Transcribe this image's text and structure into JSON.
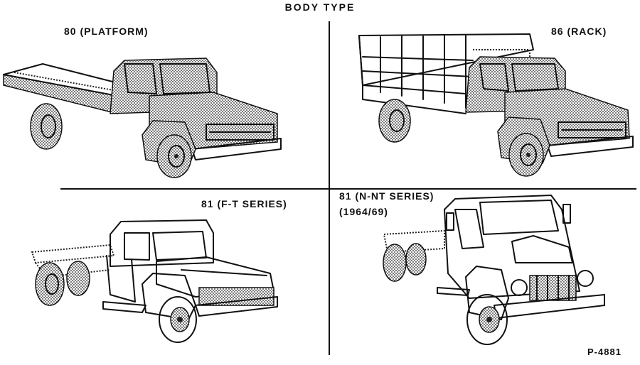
{
  "title": "BODY TYPE",
  "panels": {
    "platform": {
      "label": "80 (PLATFORM)",
      "icon": "platform-truck-icon"
    },
    "rack": {
      "label": "86 (RACK)",
      "icon": "rack-truck-icon"
    },
    "ft_series": {
      "label": "81 (F-T SERIES)",
      "icon": "ft-series-chassis-cab-icon"
    },
    "nnt_series": {
      "label_line1": "81 (N-NT SERIES)",
      "label_line2": "(1964/69)",
      "icon": "nnt-series-chassis-cab-icon"
    }
  },
  "figure_number": "P-4881"
}
